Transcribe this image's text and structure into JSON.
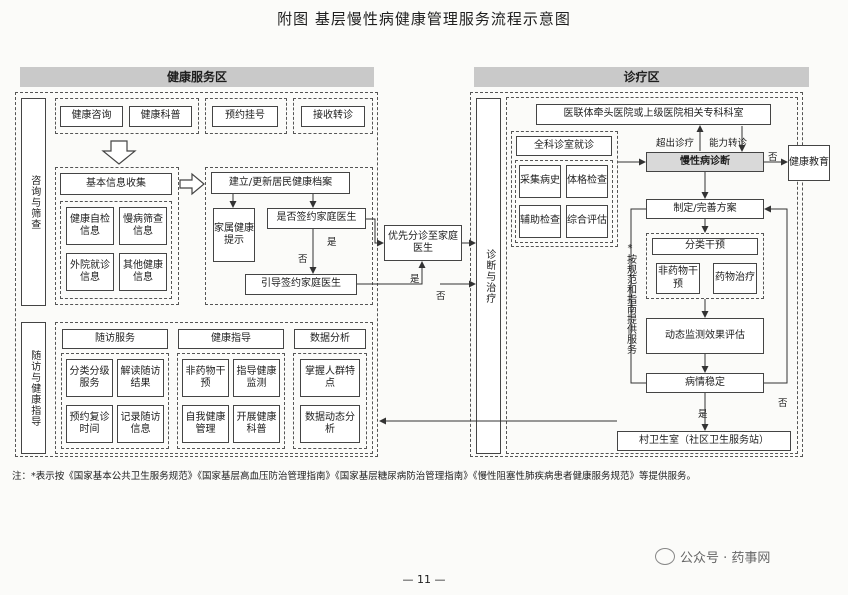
{
  "title": "附图    基层慢性病健康管理服务流程示意图",
  "health_zone": {
    "header": "健康服务区",
    "side_consult": "咨询与筛查",
    "side_follow": "随访与健康指导",
    "top_items": [
      "健康咨询",
      "健康科普",
      "预约挂号",
      "接收转诊"
    ],
    "basic_info": {
      "title": "基本信息收集",
      "items": [
        "健康自检信息",
        "慢病筛查信息",
        "外院就诊信息",
        "其他健康信息"
      ]
    },
    "archive": "建立/更新居民健康档案",
    "family_tip": "家属健康提示",
    "signed_q": "是否签约家庭医生",
    "guide_sign": "引导签约家庭医生",
    "priority": "优先分诊至家庭医生",
    "yes": "是",
    "no": "否",
    "follow": {
      "col1": {
        "title": "随访服务",
        "items": [
          "分类分级服务",
          "解读随访结果",
          "预约复诊时间",
          "记录随访信息"
        ]
      },
      "col2": {
        "title": "健康指导",
        "items": [
          "非药物干预",
          "指导健康监测",
          "自我健康管理",
          "开展健康科普"
        ]
      },
      "col3": {
        "title": "数据分析",
        "items": [
          "掌握人群特点",
          "数据动态分析"
        ]
      }
    }
  },
  "clinic_zone": {
    "header": "诊疗区",
    "side": "诊断与治疗",
    "hospital": "医联体牵头医院或上级医院相关专科科室",
    "out_scope": "超出诊疗",
    "ability_refer": "能力转诊",
    "gp": {
      "title": "全科诊室就诊",
      "items": [
        "采集病史",
        "体格检查",
        "辅助检查",
        "综合评估"
      ]
    },
    "diagnosis": "慢性病诊断",
    "health_edu": "健康教育",
    "plan": "制定/完善方案",
    "guideline_note": "*按规范和指南提供服务",
    "classify": "分类干预",
    "non_drug": "非药物干预",
    "drug": "药物治疗",
    "monitor": "动态监测效果评估",
    "stable": "病情稳定",
    "village": "村卫生室（社区卫生服务站）",
    "yes": "是",
    "no": "否"
  },
  "footnote": "注：*表示按《国家基本公共卫生服务规范》《国家基层高血压防治管理指南》《国家基层糖尿病防治管理指南》《慢性阻塞性肺疾病患者健康服务规范》等提供服务。",
  "page_number": "— 11 —",
  "watermark": "公众号 · 药事网"
}
